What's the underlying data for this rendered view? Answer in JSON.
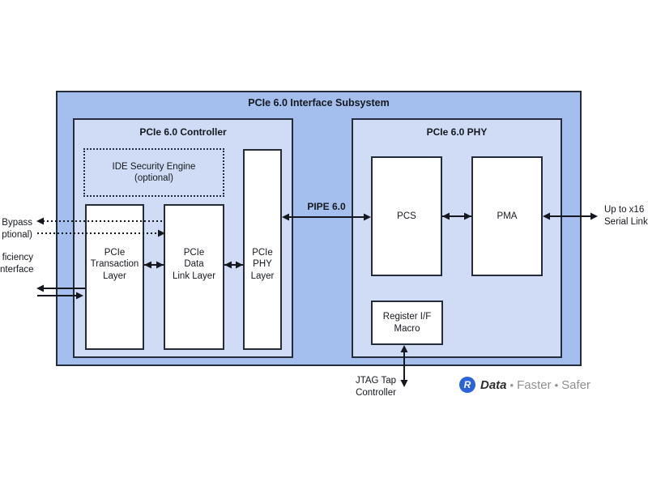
{
  "diagram": {
    "title": "PCIe 6.0 Interface Subsystem",
    "controller": {
      "title": "PCIe 6.0 Controller",
      "ide_engine": "IDE Security Engine\n(optional)",
      "transaction_layer": "PCIe\nTransaction\nLayer",
      "data_link_layer": "PCIe\nData\nLink Layer",
      "phy_layer": "PCIe\nPHY\nLayer"
    },
    "phy": {
      "title": "PCIe 6.0 PHY",
      "pcs": "PCS",
      "pma": "PMA",
      "register_if": "Register I/F\nMacro"
    },
    "interfaces": {
      "pipe": "PIPE 6.0",
      "bypass": "Bypass\nptional)",
      "efficiency": "ficiency\nnterface",
      "serial_link": "Up to x16\nSerial Link",
      "jtag": "JTAG Tap\nController"
    }
  },
  "branding": {
    "logo_letter": "R",
    "word_data": "Data",
    "separator": "•",
    "word_faster": "Faster",
    "word_safer": "Safer"
  },
  "colors": {
    "outer_box_fill": "#a4bfee",
    "inner_panel_fill": "#d0dcf5",
    "box_border": "#242b39",
    "arrow": "#15181f",
    "logo_blue": "#2b63d9",
    "logo_gray": "#909090",
    "logo_dark": "#2e2e2e"
  }
}
